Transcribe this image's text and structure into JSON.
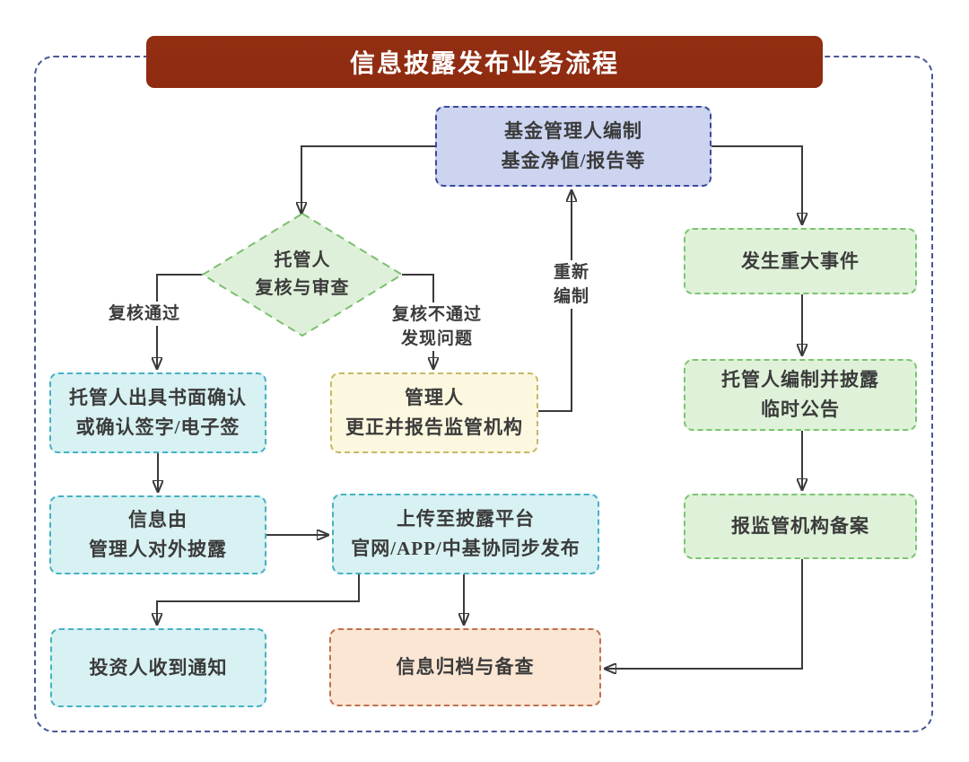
{
  "title": "信息披露发布业务流程",
  "nodes": {
    "prepare": {
      "line1": "基金管理人编制",
      "line2": "基金净值/报告等"
    },
    "review": {
      "line1": "托管人",
      "line2": "复核与审查"
    },
    "confirm": {
      "line1": "托管人出具书面确认",
      "line2": "或确认签字/电子签"
    },
    "correct": {
      "line1": "管理人",
      "line2": "更正并报告监管机构"
    },
    "disclose": {
      "line1": "信息由",
      "line2": "管理人对外披露"
    },
    "upload": {
      "line1": "上传至披露平台",
      "line2": "官网/APP/中基协同步发布"
    },
    "notify": {
      "line1": "投资人收到通知"
    },
    "major_event": {
      "line1": "发生重大事件"
    },
    "interim": {
      "line1": "托管人编制并披露",
      "line2": "临时公告"
    },
    "filing": {
      "line1": "报监管机构备案"
    },
    "archive": {
      "line1": "信息归档与备查"
    }
  },
  "edge_labels": {
    "pass": "复核通过",
    "fail_line1": "复核不通过",
    "fail_line2": "发现问题",
    "redo_line1": "重新",
    "redo_line2": "编制"
  },
  "colors": {
    "title_bg": "#8E2B10",
    "frame_border": "#4A5796",
    "prepare_fill": "#CCD4F0",
    "prepare_border": "#3A4A9E",
    "review_fill": "#DFF0DA",
    "review_border": "#7CBF70",
    "teal_fill": "#D8F1F2",
    "teal_border": "#45B1C4",
    "yellow_fill": "#FCF8DF",
    "yellow_border": "#C6B76B",
    "green_fill": "#DFF2D9",
    "green_border": "#7CC571",
    "orange_fill": "#FAE6D3",
    "orange_border": "#BD7351",
    "connector": "#3A3A3A",
    "text": "#3B3B3B",
    "title_text": "#FFFFFF"
  }
}
